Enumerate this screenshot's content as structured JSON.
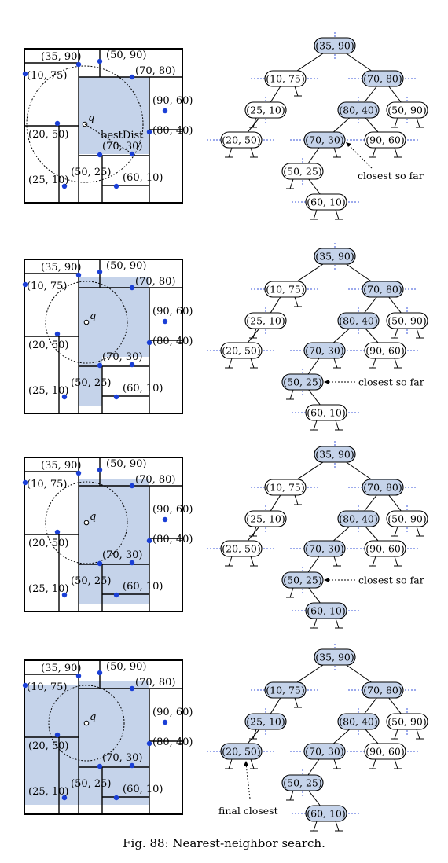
{
  "caption": "Fig. 88: Nearest-neighbor search.",
  "query_label": "q",
  "best_dist_label": "bestDist",
  "points": [
    {
      "id": "p3590",
      "label": "(35, 90)"
    },
    {
      "id": "p1075",
      "label": "(10, 75)"
    },
    {
      "id": "p7080",
      "label": "(70, 80)"
    },
    {
      "id": "p2510",
      "label": "(25, 10)"
    },
    {
      "id": "p8040",
      "label": "(80, 40)"
    },
    {
      "id": "p5090",
      "label": "(50, 90)"
    },
    {
      "id": "p2050",
      "label": "(20, 50)"
    },
    {
      "id": "p7030",
      "label": "(70, 30)"
    },
    {
      "id": "p9060",
      "label": "(90, 60)"
    },
    {
      "id": "p5025",
      "label": "(50, 25)"
    },
    {
      "id": "p6010",
      "label": "(60, 10)"
    }
  ],
  "panels": [
    {
      "step": 1,
      "annotation": "closest so far",
      "annotation_target": "p7030",
      "show_best_dist": true,
      "highlighted": [
        "p3590",
        "p7080",
        "p8040",
        "p7030"
      ]
    },
    {
      "step": 2,
      "annotation": "closest so far",
      "annotation_target": "p5025",
      "show_best_dist": false,
      "highlighted": [
        "p3590",
        "p7080",
        "p8040",
        "p7030",
        "p5025"
      ]
    },
    {
      "step": 3,
      "annotation": "closest so far",
      "annotation_target": "p5025",
      "show_best_dist": false,
      "highlighted": [
        "p3590",
        "p7080",
        "p8040",
        "p7030",
        "p5025",
        "p6010"
      ]
    },
    {
      "step": 4,
      "annotation": "final closest",
      "annotation_target": "p2050",
      "show_best_dist": false,
      "highlighted": [
        "p3590",
        "p1075",
        "p2510",
        "p2050",
        "p7080",
        "p8040",
        "p7030",
        "p5025",
        "p6010"
      ]
    }
  ],
  "colors": {
    "highlight": "#c5d3ea",
    "point": "#1a3fd6",
    "line": "#000000",
    "dotted": "#3a55d8"
  }
}
